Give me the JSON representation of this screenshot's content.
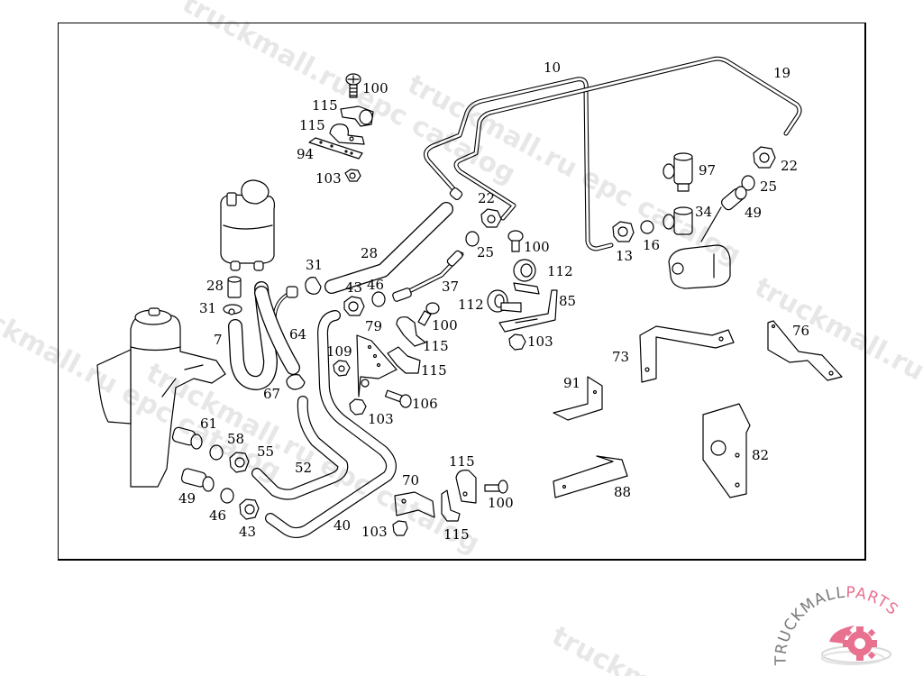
{
  "diagram": {
    "title": "Power steering hydraulic lines exploded parts diagram",
    "callouts": [
      {
        "id": "c10",
        "label": "10",
        "part": "pressure line"
      },
      {
        "id": "c19",
        "label": "19",
        "part": "line"
      },
      {
        "id": "c100a",
        "label": "100",
        "part": "screw"
      },
      {
        "id": "c115a",
        "label": "115",
        "part": "clamp"
      },
      {
        "id": "c115b",
        "label": "115",
        "part": "clamp"
      },
      {
        "id": "c94",
        "label": "94",
        "part": "plate"
      },
      {
        "id": "c103a",
        "label": "103",
        "part": "nut"
      },
      {
        "id": "c97",
        "label": "97",
        "part": "tee fitting"
      },
      {
        "id": "c22a",
        "label": "22",
        "part": "union nut"
      },
      {
        "id": "c25a",
        "label": "25",
        "part": "sleeve"
      },
      {
        "id": "c34",
        "label": "34",
        "part": "tee fitting"
      },
      {
        "id": "c49a",
        "label": "49",
        "part": "adapter"
      },
      {
        "id": "c13",
        "label": "13",
        "part": "union nut"
      },
      {
        "id": "c16",
        "label": "16",
        "part": "sleeve"
      },
      {
        "id": "c22b",
        "label": "22",
        "part": "union nut"
      },
      {
        "id": "c25b",
        "label": "25",
        "part": "sleeve"
      },
      {
        "id": "c100b",
        "label": "100",
        "part": "screw"
      },
      {
        "id": "c112a",
        "label": "112",
        "part": "clamp"
      },
      {
        "id": "c112b",
        "label": "112",
        "part": "clamp"
      },
      {
        "id": "c85",
        "label": "85",
        "part": "bracket"
      },
      {
        "id": "c103b",
        "label": "103",
        "part": "nut"
      },
      {
        "id": "c28a",
        "label": "28",
        "part": "hose"
      },
      {
        "id": "c31a",
        "label": "31",
        "part": "hose clamp"
      },
      {
        "id": "c37",
        "label": "37",
        "part": "line"
      },
      {
        "id": "c43a",
        "label": "43",
        "part": "union nut"
      },
      {
        "id": "c46a",
        "label": "46",
        "part": "sleeve"
      },
      {
        "id": "c28b",
        "label": "28",
        "part": "hose"
      },
      {
        "id": "c31b",
        "label": "31",
        "part": "hose clamp"
      },
      {
        "id": "c7",
        "label": "7",
        "part": "hose"
      },
      {
        "id": "c64",
        "label": "64",
        "part": "hose"
      },
      {
        "id": "c79",
        "label": "79",
        "part": "plate"
      },
      {
        "id": "c100c",
        "label": "100",
        "part": "screw"
      },
      {
        "id": "c115c",
        "label": "115",
        "part": "clamp"
      },
      {
        "id": "c115d",
        "label": "115",
        "part": "clamp"
      },
      {
        "id": "c109",
        "label": "109",
        "part": "nut"
      },
      {
        "id": "c67",
        "label": "67",
        "part": "hose clamp"
      },
      {
        "id": "c106",
        "label": "106",
        "part": "bolt"
      },
      {
        "id": "c103c",
        "label": "103",
        "part": "nut"
      },
      {
        "id": "c61",
        "label": "61",
        "part": "adapter"
      },
      {
        "id": "c58",
        "label": "58",
        "part": "sleeve"
      },
      {
        "id": "c55",
        "label": "55",
        "part": "union nut"
      },
      {
        "id": "c52",
        "label": "52",
        "part": "line"
      },
      {
        "id": "c49b",
        "label": "49",
        "part": "adapter"
      },
      {
        "id": "c46b",
        "label": "46",
        "part": "sleeve"
      },
      {
        "id": "c43b",
        "label": "43",
        "part": "union nut"
      },
      {
        "id": "c40",
        "label": "40",
        "part": "line"
      },
      {
        "id": "c70",
        "label": "70",
        "part": "bracket"
      },
      {
        "id": "c103d",
        "label": "103",
        "part": "nut"
      },
      {
        "id": "c115e",
        "label": "115",
        "part": "clamp"
      },
      {
        "id": "c115f",
        "label": "115",
        "part": "clamp"
      },
      {
        "id": "c100d",
        "label": "100",
        "part": "screw"
      },
      {
        "id": "c73",
        "label": "73",
        "part": "bracket"
      },
      {
        "id": "c76",
        "label": "76",
        "part": "bracket"
      },
      {
        "id": "c91",
        "label": "91",
        "part": "bracket"
      },
      {
        "id": "c82",
        "label": "82",
        "part": "bracket"
      },
      {
        "id": "c88",
        "label": "88",
        "part": "bracket"
      }
    ]
  },
  "watermarks": [
    "truckmall.ru epc catalog",
    "truckmall.ru epc catalog",
    "truckmall.ru epc catalog",
    "truckmall.ru epc catalog",
    "truckmall.ru epc catalog"
  ],
  "logo": {
    "text_primary": "TRUCKMALL",
    "text_accent": "PARTS",
    "color_primary": "#7a7a7a",
    "color_accent": "#e8718f"
  }
}
